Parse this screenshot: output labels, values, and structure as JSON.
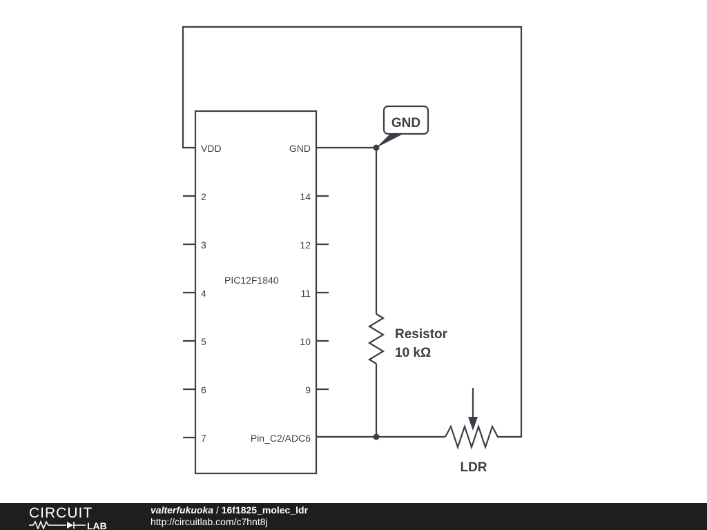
{
  "schematic": {
    "ic": {
      "part": "PIC12F1840",
      "left_pins": [
        "VDD",
        "2",
        "3",
        "4",
        "5",
        "6",
        "7"
      ],
      "right_pins": [
        "GND",
        "14",
        "12",
        "11",
        "10",
        "9",
        "Pin_C2/ADC6"
      ]
    },
    "gnd_flag": "GND",
    "resistor": {
      "name": "Resistor",
      "value": "10 kΩ"
    },
    "ldr": {
      "name": "LDR"
    }
  },
  "footer": {
    "logo_top": "CIRCUIT",
    "logo_bottom": "LAB",
    "author": "valterfukuoka",
    "separator": " / ",
    "project": "16f1825_molec_ldr",
    "url": "http://circuitlab.com/c7hnt8j"
  },
  "colors": {
    "ink": "#3a3f45",
    "footer_bg": "#1e1e1e"
  },
  "icons": [
    "gnd-flag-icon",
    "resistor-icon",
    "ldr-icon",
    "circuitlab-logo-icon"
  ]
}
